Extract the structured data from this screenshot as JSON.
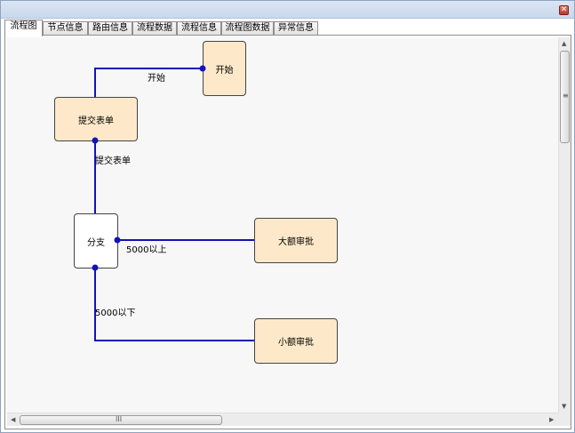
{
  "window": {
    "close_glyph": "✕"
  },
  "tabs": [
    {
      "label": "流程图",
      "active": true
    },
    {
      "label": "节点信息",
      "active": false
    },
    {
      "label": "路由信息",
      "active": false
    },
    {
      "label": "流程数据",
      "active": false
    },
    {
      "label": "流程信息",
      "active": false
    },
    {
      "label": "流程图数据",
      "active": false
    },
    {
      "label": "异常信息",
      "active": false
    }
  ],
  "flowchart": {
    "nodes": {
      "start": "开始",
      "submit": "提交表单",
      "branch": "分支",
      "large": "大额审批",
      "small": "小额审批"
    },
    "edges": {
      "start_edge": "开始",
      "submit_edge": "提交表单",
      "above_5000": "5000以上",
      "below_5000": "5000以下"
    }
  },
  "scrollbars": {
    "v_grip": "≡",
    "h_grip": "III",
    "up": "▲",
    "down": "▼",
    "left": "◀",
    "right": "▶"
  },
  "colors": {
    "edge": "#1212b8",
    "task_fill": "#fde9c9",
    "canvas_bg": "#f7f7f7"
  }
}
